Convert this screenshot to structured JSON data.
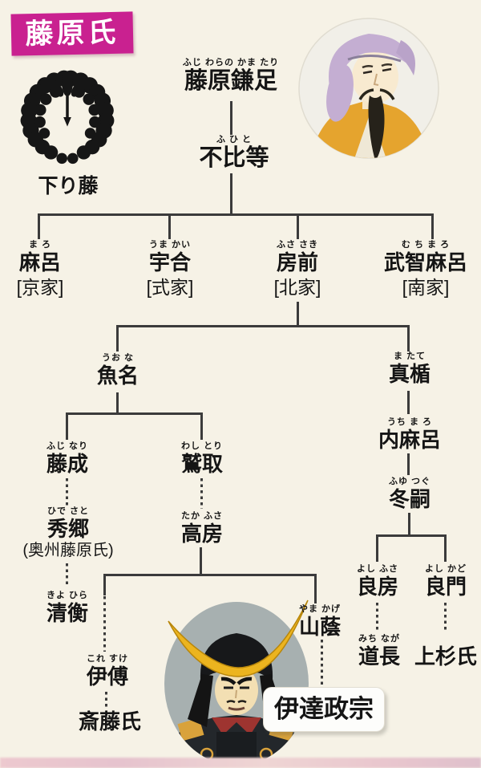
{
  "page": {
    "clan_label": "藤原氏",
    "crest_caption": "下り藤",
    "colors": {
      "label_bg": "#c92190",
      "line": "#3b3b3b",
      "background": "#f6f2e6",
      "crescent": "#ecb41f"
    }
  },
  "people": {
    "kamatari": {
      "furigana": "ふじ わらの かま たり",
      "name": "藤原鎌足"
    },
    "fuhito": {
      "furigana": "ふ ひ と",
      "name": "不比等"
    },
    "maro": {
      "furigana": "ま ろ",
      "name": "麻呂",
      "house": "[京家]"
    },
    "umakai": {
      "furigana": "うま かい",
      "name": "宇合",
      "house": "[式家]"
    },
    "fusasaki": {
      "furigana": "ふさ さき",
      "name": "房前",
      "house": "[北家]"
    },
    "muchimaro": {
      "furigana": "む ち ま ろ",
      "name": "武智麻呂",
      "house": "[南家]"
    },
    "uona": {
      "furigana": "うお な",
      "name": "魚名"
    },
    "matate": {
      "furigana": "ま たて",
      "name": "真楯"
    },
    "fujinari": {
      "furigana": "ふじ なり",
      "name": "藤成"
    },
    "washitori": {
      "furigana": "わし とり",
      "name": "鷲取"
    },
    "hidesato": {
      "furigana": "ひで さと",
      "name": "秀郷",
      "note": "(奥州藤原氏)"
    },
    "takafusa": {
      "furigana": "たか ふさ",
      "name": "高房"
    },
    "kiyohira": {
      "furigana": "きよ ひら",
      "name": "清衡"
    },
    "yamakage": {
      "furigana": "やま かげ",
      "name": "山蔭"
    },
    "koresuke": {
      "furigana": "これ すけ",
      "name": "伊傅"
    },
    "saito": {
      "name": "斎藤氏"
    },
    "uchimaro": {
      "furigana": "うち ま ろ",
      "name": "内麻呂"
    },
    "fuyutsugu": {
      "furigana": "ふゆ つぐ",
      "name": "冬嗣"
    },
    "yoshifusa": {
      "furigana": "よし ふさ",
      "name": "良房"
    },
    "yoshikado": {
      "furigana": "よし かど",
      "name": "良門"
    },
    "michinaga": {
      "furigana": "みち なが",
      "name": "道長"
    },
    "uesugi": {
      "name": "上杉氏"
    },
    "masamune": {
      "name": "伊達政宗"
    }
  }
}
